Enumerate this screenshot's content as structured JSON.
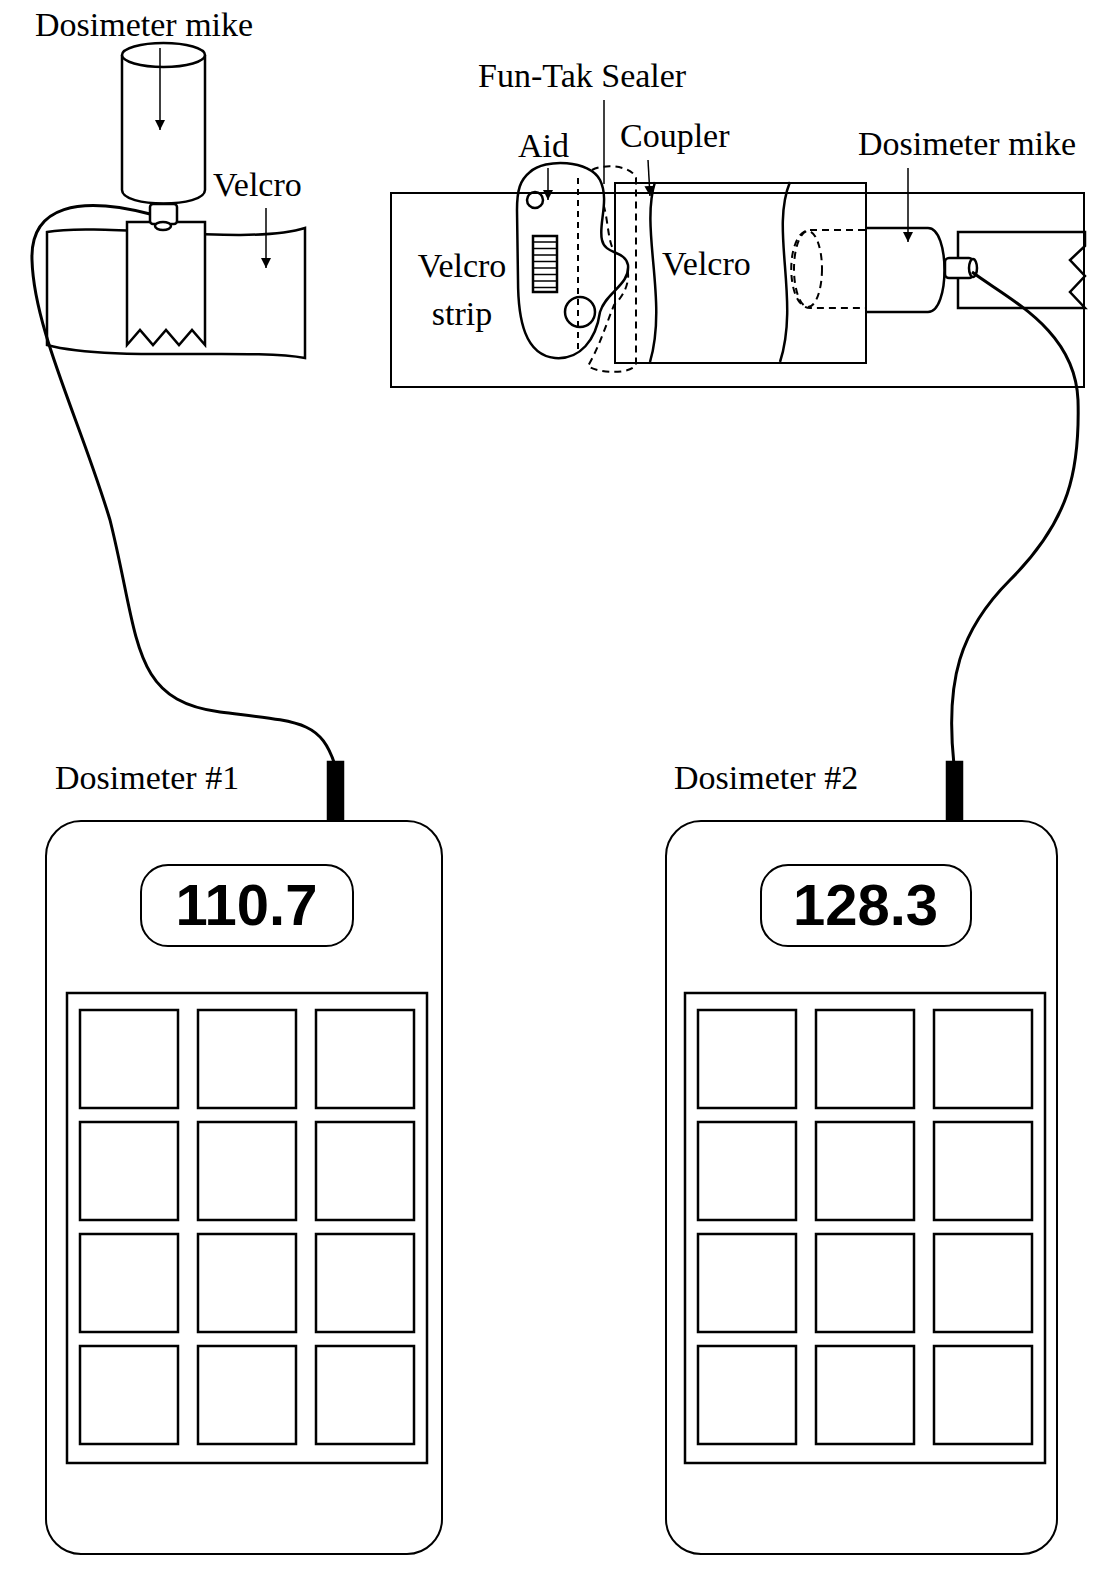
{
  "diagram": {
    "nodes": [
      {
        "text": [
          "Velcro strip"
        ]
      },
      {
        "text": [
          "Velcro"
        ],
        "in": 0
      },
      {
        "text": [
          "Dosimeter #1"
        ]
      },
      {
        "text": [
          "110.7"
        ],
        "in": 2
      },
      {
        "text": [
          "Dosimeter #2"
        ]
      },
      {
        "text": [
          "128.3"
        ],
        "in": 4
      }
    ],
    "labels": [
      "Dosimeter mike",
      "Velcro",
      "Fun-Tak Sealer",
      "Aid",
      "Coupler",
      "Dosimeter mike"
    ]
  }
}
